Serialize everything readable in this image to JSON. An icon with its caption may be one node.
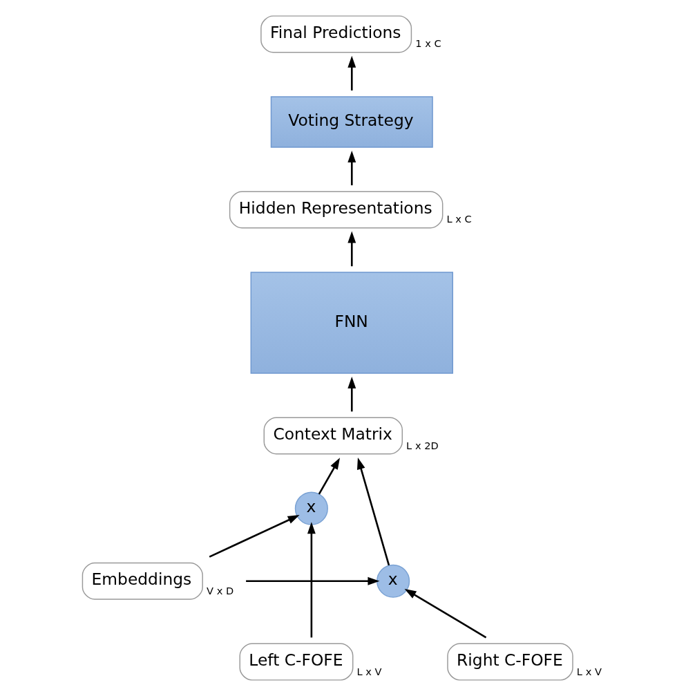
{
  "diagram": {
    "nodes": [
      {
        "text": [
          "Final Predictions"
        ],
        "beside": [
          "1 x C"
        ]
      },
      {
        "text": [
          "Voting Strategy"
        ]
      },
      {
        "text": [
          "Hidden Representations"
        ],
        "beside": [
          "L x C"
        ]
      },
      {
        "text": [
          "FNN"
        ]
      },
      {
        "text": [
          "Context Matrix"
        ],
        "beside": [
          "L x 2D"
        ]
      },
      {
        "text": [
          "x"
        ]
      },
      {
        "text": [
          "x"
        ]
      },
      {
        "text": [
          "Embeddings"
        ],
        "beside": [
          "V x D"
        ]
      },
      {
        "text": [
          "Left C-FOFE"
        ],
        "beside": [
          "L x V"
        ]
      },
      {
        "text": [
          "Right C-FOFE"
        ],
        "beside": [
          "L x V"
        ]
      }
    ],
    "edges": [
      {
        "from": 1,
        "to": 0,
        "arrow": "to"
      },
      {
        "from": 2,
        "to": 1,
        "arrow": "to"
      },
      {
        "from": 3,
        "to": 2,
        "arrow": "to"
      },
      {
        "from": 4,
        "to": 3,
        "arrow": "to"
      },
      {
        "from": 5,
        "to": 4,
        "arrow": "to"
      },
      {
        "from": 6,
        "to": 4,
        "arrow": "to"
      },
      {
        "from": 7,
        "to": 5,
        "arrow": "to"
      },
      {
        "from": 7,
        "to": 6,
        "arrow": "to"
      },
      {
        "from": 8,
        "to": 5,
        "arrow": "to"
      },
      {
        "from": 9,
        "to": 6,
        "arrow": "to"
      }
    ]
  }
}
